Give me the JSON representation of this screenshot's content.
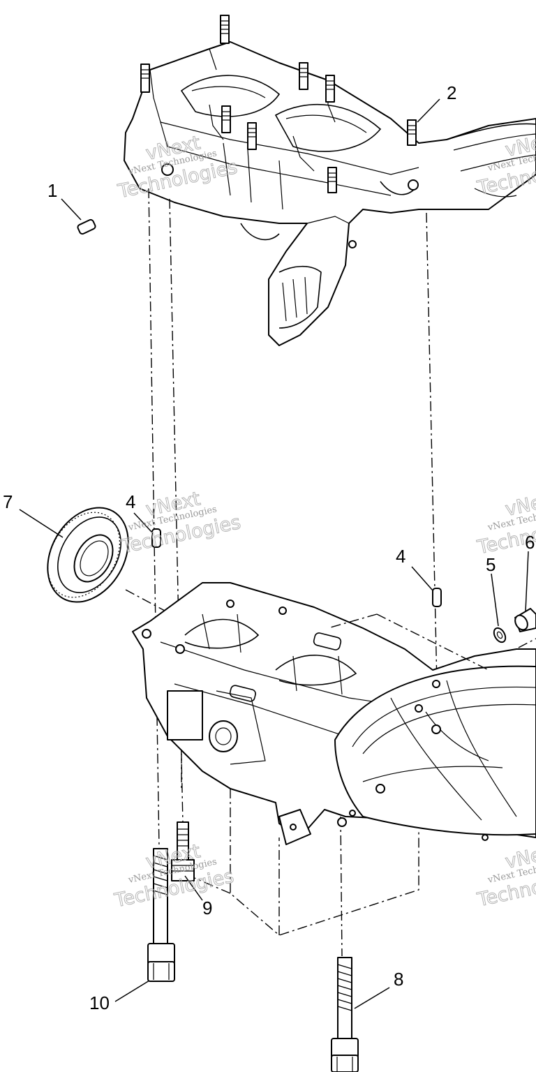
{
  "callouts": [
    {
      "id": "1",
      "text": "1"
    },
    {
      "id": "2",
      "text": "2"
    },
    {
      "id": "4a",
      "text": "4"
    },
    {
      "id": "4b",
      "text": "4"
    },
    {
      "id": "5",
      "text": "5"
    },
    {
      "id": "6",
      "text": "6"
    },
    {
      "id": "7",
      "text": "7"
    },
    {
      "id": "8",
      "text": "8"
    },
    {
      "id": "9",
      "text": "9"
    },
    {
      "id": "10",
      "text": "10"
    }
  ],
  "watermark": {
    "line1": "vNext Technologies",
    "line2": "Technologies",
    "line3": "vNext"
  }
}
